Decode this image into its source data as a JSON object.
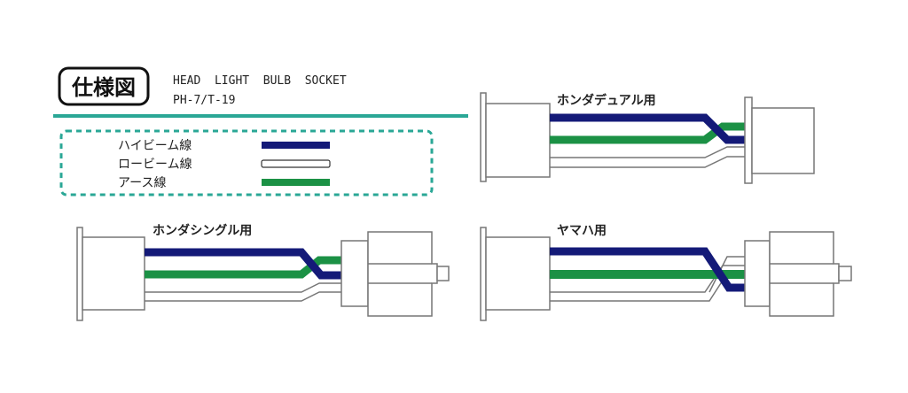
{
  "header": {
    "badge": "仕様図",
    "title": "HEAD  LIGHT  BULB  SOCKET",
    "model": "PH-7/T-19"
  },
  "legend": {
    "items": [
      {
        "label": "ハイビーム線",
        "color": "#141a78"
      },
      {
        "label": "ロービーム線",
        "color": "#ffffff"
      },
      {
        "label": "アース線",
        "color": "#1b9145"
      }
    ]
  },
  "diagrams": {
    "honda_dual": {
      "label": "ホンダデュアル用"
    },
    "honda_single": {
      "label": "ホンダシングル用"
    },
    "yamaha": {
      "label": "ヤマハ用"
    }
  },
  "colors": {
    "accent": "#2aa796",
    "high_beam": "#141a78",
    "earth": "#1b9145",
    "outline": "#777777"
  }
}
